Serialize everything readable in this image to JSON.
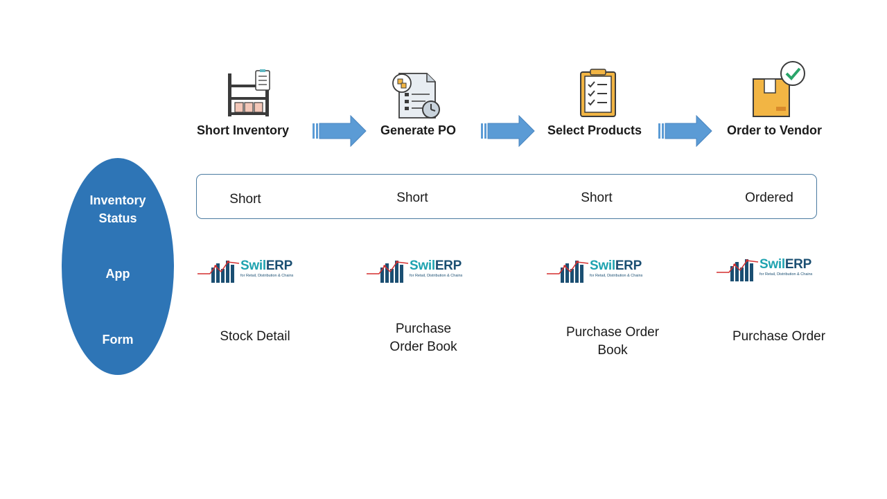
{
  "steps": [
    {
      "label": "Short Inventory",
      "icon": "warehouse-shelf-icon"
    },
    {
      "label": "Generate PO",
      "icon": "document-clock-icon"
    },
    {
      "label": "Select Products",
      "icon": "checklist-clipboard-icon"
    },
    {
      "label": "Order to Vendor",
      "icon": "box-checkmark-icon"
    }
  ],
  "rows": {
    "status_label": "Inventory\nStatus",
    "app_label": "App",
    "form_label": "Form"
  },
  "statuses": [
    "Short",
    "Short",
    "Short",
    "Ordered"
  ],
  "app": {
    "logo_swil": "Swil",
    "logo_erp": "ERP",
    "logo_tagline": "for Retail, Distribution & Chains"
  },
  "forms": [
    "Stock Detail",
    "Purchase\nOrder Book",
    "Purchase Order\nBook",
    "Purchase Order"
  ],
  "colors": {
    "arrow": "#5b9bd5",
    "ellipse": "#2e75b6",
    "box_border": "#4a7aa0",
    "logo_teal": "#1fa3b0",
    "logo_navy": "#1b4f72"
  }
}
